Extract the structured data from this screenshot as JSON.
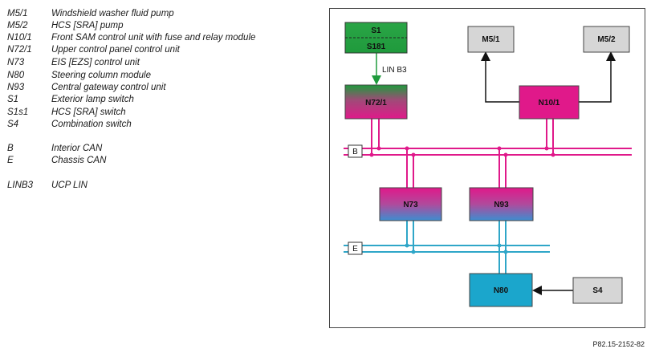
{
  "legend": [
    {
      "code": "M5/1",
      "desc": "Windshield washer fluid pump"
    },
    {
      "code": "M5/2",
      "desc": "HCS [SRA] pump"
    },
    {
      "code": "N10/1",
      "desc": "Front SAM control unit with fuse and relay module"
    },
    {
      "code": "N72/1",
      "desc": "Upper control panel control unit"
    },
    {
      "code": "N73",
      "desc": "EIS [EZS] control unit"
    },
    {
      "code": "N80",
      "desc": "Steering column module"
    },
    {
      "code": "N93",
      "desc": "Central gateway control unit"
    },
    {
      "code": "S1",
      "desc": "Exterior lamp switch"
    },
    {
      "code": "S1s1",
      "desc": "HCS [SRA] switch"
    },
    {
      "code": "S4",
      "desc": "Combination switch"
    },
    {
      "code": "B",
      "desc": "Interior CAN"
    },
    {
      "code": "E",
      "desc": "Chassis CAN"
    },
    {
      "code": "LINB3",
      "desc": "UCP LIN"
    }
  ],
  "diagram": {
    "boxes": {
      "s1": "S1",
      "s181": "S181",
      "m51": "M5/1",
      "m52": "M5/2",
      "n72_1": "N72/1",
      "n10_1": "N10/1",
      "n73": "N73",
      "n93": "N93",
      "n80": "N80",
      "s4": "S4"
    },
    "bus_b_label": "B",
    "bus_e_label": "E",
    "lin_label": "LIN B3"
  },
  "colors": {
    "interior_can": "#e0198a",
    "chassis_can": "#2fa6c8",
    "s1_green": "#1f9a3c",
    "gray_box": "#d6d6d6"
  },
  "figure_id": "P82.15-2152-82"
}
